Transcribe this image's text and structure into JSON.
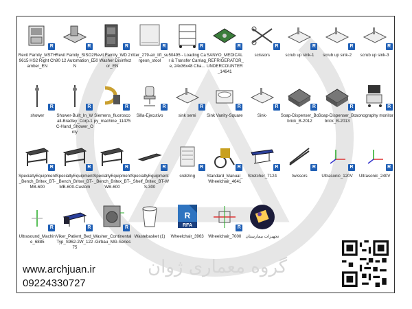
{
  "items": [
    {
      "label": "Revit Family_MSTH 9615 HS2 Right Chamber_EN",
      "icon": "cabinet-icon",
      "badge": "R"
    },
    {
      "label": "Revit Family_SISO290 12 Automation_EN",
      "icon": "machine-icon",
      "badge": "R"
    },
    {
      "label": "Revit Family_WD 250 Washer Disinfector_EN",
      "icon": "washer-icon",
      "badge": "R"
    },
    {
      "label": "ritter_279-air_lift_surgeon_stool",
      "icon": "stool-icon",
      "badge": "R"
    },
    {
      "label": "50495 - Loading Car & Transfer Carriage, 24x36x48 Cha...",
      "icon": "cart-icon",
      "badge": "R"
    },
    {
      "label": "SANYO_MEDICAL_REFRIGERATOR_UNDERCOUNTER_14641",
      "icon": "refrigerator-icon",
      "badge": "R"
    },
    {
      "label": "scissors",
      "icon": "scissors-icon",
      "badge": "R"
    },
    {
      "label": "scrub up sink-1",
      "icon": "sink-icon",
      "badge": "R"
    },
    {
      "label": "scrub up sink-2",
      "icon": "sink-icon",
      "badge": "R"
    },
    {
      "label": "scrub up sink-3",
      "icon": "sink-icon",
      "badge": "R"
    },
    {
      "label": "shower",
      "icon": "shower-icon",
      "badge": "R"
    },
    {
      "label": "Shower-Built_In_Wall-Bradley_Corp-1C-Hand_Shower_Only",
      "icon": "shower-icon",
      "badge": "R"
    },
    {
      "label": "Siemens_fluoroscopy_machine_11475",
      "icon": "fluoroscopy-icon",
      "badge": "R"
    },
    {
      "label": "Silla-Ejecutivo",
      "icon": "chair-icon",
      "badge": "R"
    },
    {
      "label": "sink semi",
      "icon": "sink-icon",
      "badge": "R"
    },
    {
      "label": "Sink Vanity-Square",
      "icon": "vanity-icon",
      "badge": "R"
    },
    {
      "label": "Sink-",
      "icon": "sink-icon",
      "badge": "R"
    },
    {
      "label": "Soap-Dispenser_Bobrick_B-2012",
      "icon": "dispenser-icon",
      "badge": "R"
    },
    {
      "label": "Soap-Dispenser_Bobrick_B-2013",
      "icon": "dispenser-icon",
      "badge": "R"
    },
    {
      "label": "sonography monitor",
      "icon": "monitor-icon",
      "badge": "R"
    },
    {
      "label": "SpecialtyEquipment_Bench_Britex_BT-MB-600",
      "icon": "bench-icon",
      "badge": "R"
    },
    {
      "label": "SpecialtyEquipment_Bench_Britex_BT-MB-600-Custom",
      "icon": "bench-icon",
      "badge": "R"
    },
    {
      "label": "SpecialtyEquipment_Bench_Britex_BT-WB-600",
      "icon": "bench-icon",
      "badge": "R"
    },
    {
      "label": "SpecialtyEquipment_Shelf_Britex_BT-WS-300",
      "icon": "shelf-icon",
      "badge": "R"
    },
    {
      "label": "srelizing",
      "icon": "sterilizer-icon",
      "badge": "R"
    },
    {
      "label": "Standard_Manual_Wheelchair_4641",
      "icon": "wheelchair-icon",
      "badge": "R"
    },
    {
      "label": "Stretcher_7124",
      "icon": "stretcher-icon",
      "badge": "R"
    },
    {
      "label": "twissors",
      "icon": "tweezers-icon",
      "badge": "R"
    },
    {
      "label": "Ultrasonic_120V",
      "icon": "axis-icon",
      "badge": "R"
    },
    {
      "label": "Ultrasonic_240V",
      "icon": "axis-icon",
      "badge": "R"
    },
    {
      "label": "Ultrasound_Machine_6885",
      "icon": "ultrasound-icon",
      "badge": "R"
    },
    {
      "label": "Viker_Patient_Bed_Typ_S962-2W_12275",
      "icon": "bed-icon",
      "badge": "R"
    },
    {
      "label": "Washer_Continental-Girbau_MG-Series",
      "icon": "laundry-icon",
      "badge": "R"
    },
    {
      "label": "Wastebasket (1)",
      "icon": "wastebasket-icon",
      "badge": ""
    },
    {
      "label": "Wheelchair_3963",
      "icon": "rfa-icon",
      "badge": ""
    },
    {
      "label": "Wheelchair_7000",
      "icon": "wheelchair-top-icon",
      "badge": "R"
    },
    {
      "label": "تجهیزات بیمارستان",
      "icon": "photo-icon",
      "badge": ""
    }
  ],
  "rfa_text": "RFA",
  "footer": {
    "url": "www.archjuan.ir",
    "phone": "09224330727"
  },
  "watermark_text": "گروه معماری ژوان",
  "colors": {
    "badge": "#1f5fb5",
    "watermark": "#d6d6d6"
  }
}
